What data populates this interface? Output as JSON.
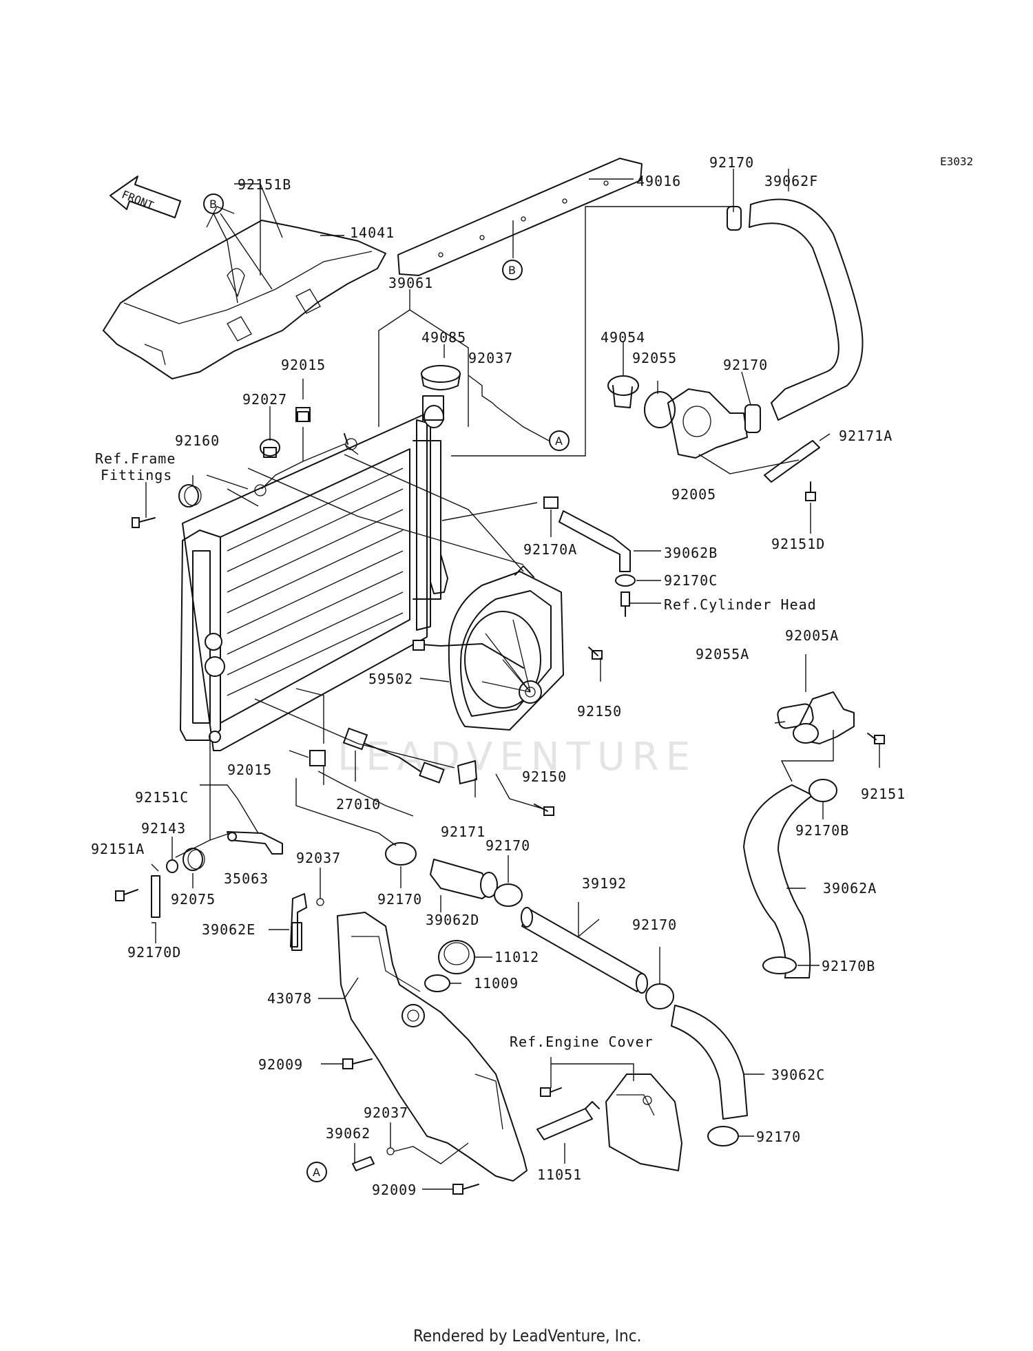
{
  "diagram_code": "E3032",
  "watermark": "LEADVENTURE",
  "footer": "Rendered by LeadVenture, Inc.",
  "front_arrow": "FRONT",
  "circle_markers": {
    "A": "A",
    "B": "B"
  },
  "labels": {
    "p92151B": "92151B",
    "p49016": "49016",
    "p92170_top": "92170",
    "p39062F": "39062F",
    "p14041": "14041",
    "p39061": "39061",
    "p49085": "49085",
    "p92037_top": "92037",
    "p49054": "49054",
    "p92055": "92055",
    "p92170_r": "92170",
    "p92015_top": "92015",
    "p92027": "92027",
    "p92171A": "92171A",
    "p92160": "92160",
    "ref_frame_1": "Ref.Frame",
    "ref_frame_2": "Fittings",
    "p92005": "92005",
    "p92151D": "92151D",
    "p92170A": "92170A",
    "p39062B": "39062B",
    "p92170C": "92170C",
    "ref_cyl": "Ref.Cylinder Head",
    "p92005A": "92005A",
    "p92055A": "92055A",
    "p59502": "59502",
    "p92150_a": "92150",
    "p92015_low": "92015",
    "p92150_b": "92150",
    "p92151": "92151",
    "p92151C": "92151C",
    "p27010": "27010",
    "p92171": "92171",
    "p92170_mid": "92170",
    "p92143": "92143",
    "p92170B_a": "92170B",
    "p92151A": "92151A",
    "p92037_mid": "92037",
    "p35063": "35063",
    "p39192": "39192",
    "p39062A": "39062A",
    "p92075": "92075",
    "p92170_c": "92170",
    "p39062D": "39062D",
    "p92170_d": "92170",
    "p39062E": "39062E",
    "p11012": "11012",
    "p92170D": "92170D",
    "p11009": "11009",
    "p92170B_b": "92170B",
    "p43078": "43078",
    "ref_engine": "Ref.Engine Cover",
    "p92009_a": "92009",
    "p39062C": "39062C",
    "p92037_low": "92037",
    "p39062": "39062",
    "p92170_e": "92170",
    "p92009_b": "92009",
    "p11051": "11051"
  }
}
